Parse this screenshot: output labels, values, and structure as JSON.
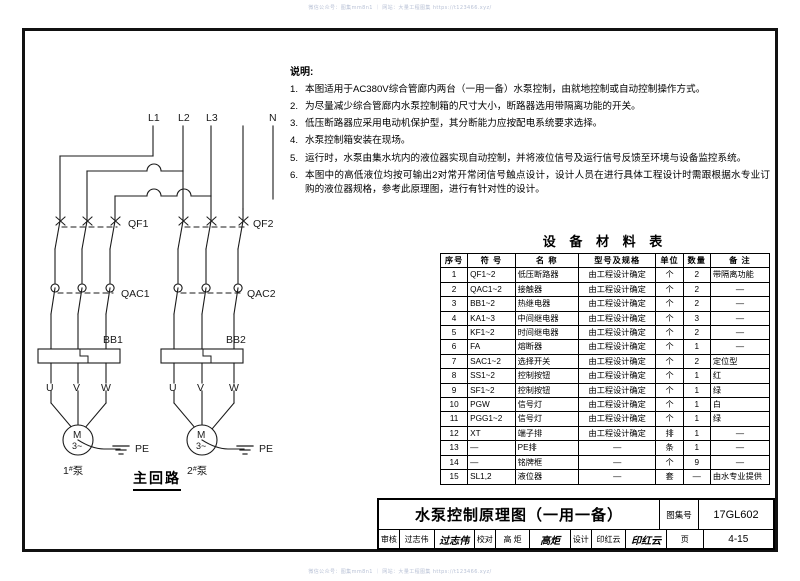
{
  "watermark": {
    "top": "微信公众号：图集mm8n1 ｜ 网站：大量工程图集 https://t123466.xyz/",
    "bottom": "微信公众号：图集mm8n1 ｜ 网站：大量工程图集 https://t123466.xyz/"
  },
  "notes": {
    "title": "说明:",
    "items": [
      {
        "num": "1.",
        "text": "本图适用于AC380V综合管廊内两台（一用一备）水泵控制，由就地控制或自动控制操作方式。"
      },
      {
        "num": "2.",
        "text": "为尽量减少综合管廊内水泵控制箱的尺寸大小，断路器选用带隔离功能的开关。"
      },
      {
        "num": "3.",
        "text": "低压断路器应采用电动机保护型，其分断能力应按配电系统要求选择。"
      },
      {
        "num": "4.",
        "text": "水泵控制箱安装在现场。"
      },
      {
        "num": "5.",
        "text": "运行时，水泵由集水坑内的液位器实现自动控制，并将液位信号及运行信号反馈至环境与设备监控系统。"
      },
      {
        "num": "6.",
        "text": "本图中的高低液位均按可输出2对常开常闭信号触点设计，设计人员在进行具体工程设计时需跟根据水专业订购的液位器规格，参考此原理图，进行有针对性的设计。"
      }
    ]
  },
  "schematic": {
    "caption": "主回路",
    "phase_labels": [
      "L1",
      "L2",
      "L3",
      "N"
    ],
    "breakers": [
      "QF1",
      "QF2"
    ],
    "contactors": [
      "QAC1",
      "QAC2"
    ],
    "thermal_relays": [
      "BB1",
      "BB2"
    ],
    "motor_terminals": [
      "U",
      "V",
      "W"
    ],
    "motor_symbol_top": "M",
    "motor_symbol_bottom": "3~",
    "pe_label": "PE",
    "pump_labels": [
      "1#泵",
      "2#泵"
    ]
  },
  "table": {
    "title": "设 备 材 料 表",
    "headers": [
      "序号",
      "符 号",
      "名 称",
      "型号及规格",
      "单位",
      "数量",
      "备 注"
    ],
    "rows": [
      {
        "no": "1",
        "sym": "QF1~2",
        "name": "低压断路器",
        "spec": "由工程设计确定",
        "unit": "个",
        "qty": "2",
        "rem": "带隔离功能"
      },
      {
        "no": "2",
        "sym": "QAC1~2",
        "name": "接触器",
        "spec": "由工程设计确定",
        "unit": "个",
        "qty": "2",
        "rem": "—"
      },
      {
        "no": "3",
        "sym": "BB1~2",
        "name": "热继电器",
        "spec": "由工程设计确定",
        "unit": "个",
        "qty": "2",
        "rem": "—"
      },
      {
        "no": "4",
        "sym": "KA1~3",
        "name": "中间继电器",
        "spec": "由工程设计确定",
        "unit": "个",
        "qty": "3",
        "rem": "—"
      },
      {
        "no": "5",
        "sym": "KF1~2",
        "name": "时间继电器",
        "spec": "由工程设计确定",
        "unit": "个",
        "qty": "2",
        "rem": "—"
      },
      {
        "no": "6",
        "sym": "FA",
        "name": "熔断器",
        "spec": "由工程设计确定",
        "unit": "个",
        "qty": "1",
        "rem": "—"
      },
      {
        "no": "7",
        "sym": "SAC1~2",
        "name": "选择开关",
        "spec": "由工程设计确定",
        "unit": "个",
        "qty": "2",
        "rem": "定位型"
      },
      {
        "no": "8",
        "sym": "SS1~2",
        "name": "控制按钮",
        "spec": "由工程设计确定",
        "unit": "个",
        "qty": "1",
        "rem": "红"
      },
      {
        "no": "9",
        "sym": "SF1~2",
        "name": "控制按钮",
        "spec": "由工程设计确定",
        "unit": "个",
        "qty": "1",
        "rem": "绿"
      },
      {
        "no": "10",
        "sym": "PGW",
        "name": "信号灯",
        "spec": "由工程设计确定",
        "unit": "个",
        "qty": "1",
        "rem": "白"
      },
      {
        "no": "11",
        "sym": "PGG1~2",
        "name": "信号灯",
        "spec": "由工程设计确定",
        "unit": "个",
        "qty": "1",
        "rem": "绿"
      },
      {
        "no": "12",
        "sym": "XT",
        "name": "端子排",
        "spec": "由工程设计确定",
        "unit": "排",
        "qty": "1",
        "rem": "—"
      },
      {
        "no": "13",
        "sym": "—",
        "name": "PE排",
        "spec": "—",
        "unit": "条",
        "qty": "1",
        "rem": "—"
      },
      {
        "no": "14",
        "sym": "—",
        "name": "铭牌框",
        "spec": "—",
        "unit": "个",
        "qty": "9",
        "rem": "—"
      },
      {
        "no": "15",
        "sym": "SL1,2",
        "name": "液位器",
        "spec": "—",
        "unit": "套",
        "qty": "—",
        "rem": "由水专业提供"
      }
    ]
  },
  "title_block": {
    "drawing_name": "水泵控制原理图（一用一备）",
    "atlas_label": "图集号",
    "atlas_value": "17GL602",
    "review_label": "审核",
    "review_name": "过志伟",
    "review_sign": "过志伟",
    "check_label": "校对",
    "check_name": "高 炬",
    "check_sign": "高炬",
    "design_label": "设计",
    "design_name": "印红云",
    "design_sign": "印红云",
    "page_label": "页",
    "page_value": "4-15"
  }
}
